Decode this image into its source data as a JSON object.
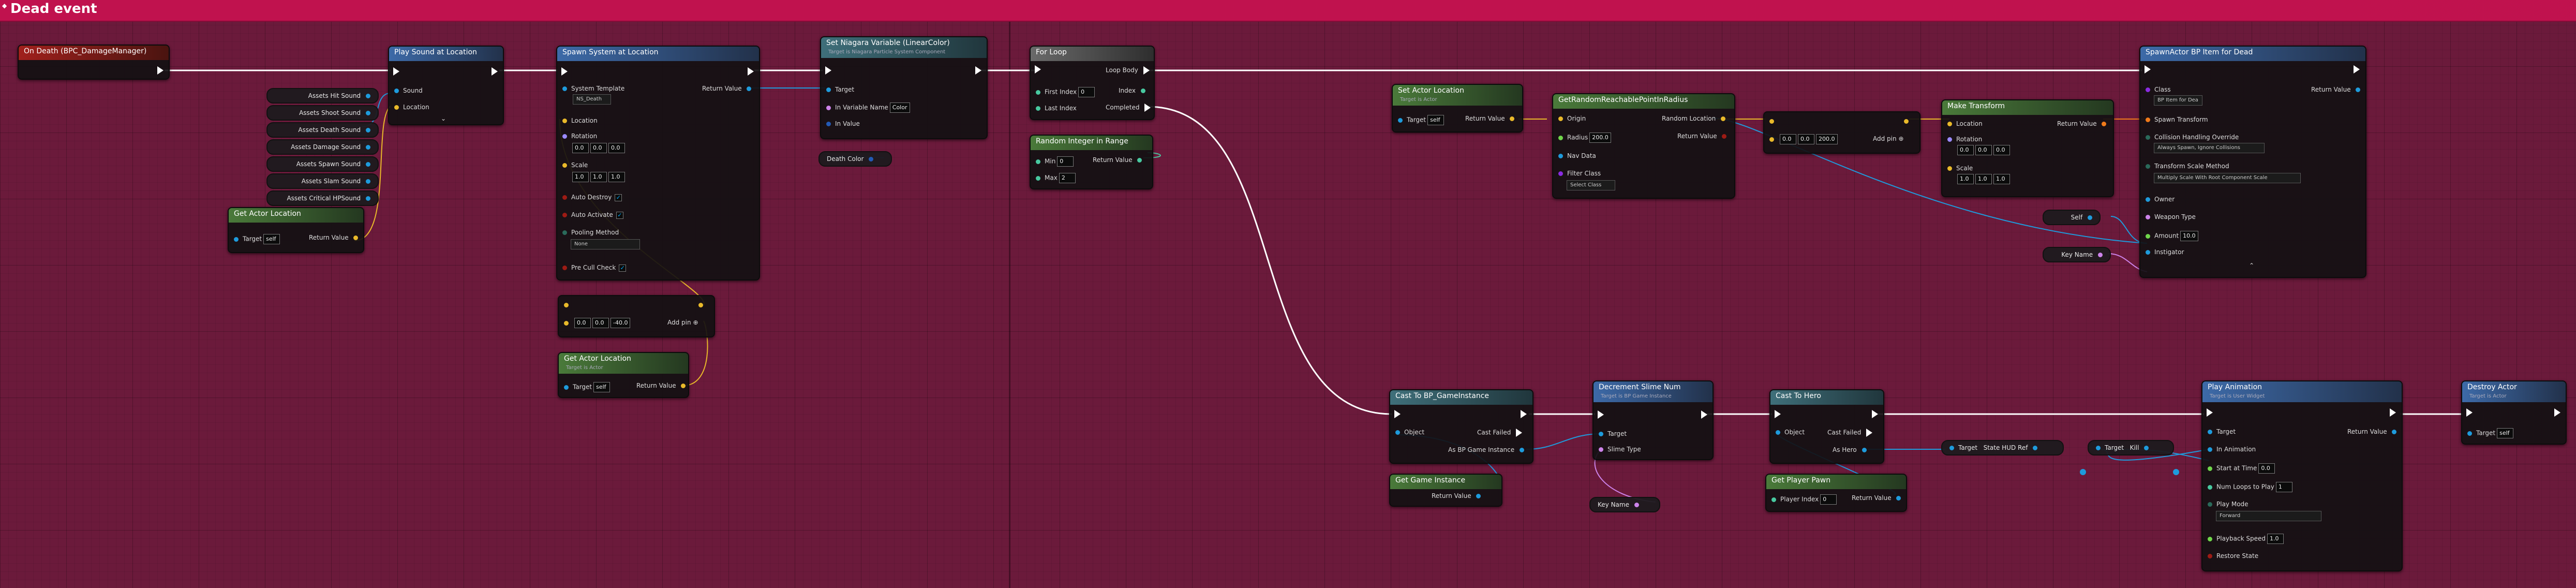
{
  "comment_title": "Dead event",
  "comment_icon": "comment-icon",
  "colors": {
    "object": "#1e9bdc",
    "vector": "#e9b92a",
    "transform": "#f07a1a",
    "bool": "#9d1b14",
    "float": "#70d64b",
    "int": "#48c9a0",
    "name": "#cd83ea",
    "struct": "#235ab5",
    "exec": "#ffffff"
  },
  "nodes": {
    "on_death": {
      "title": "On Death (BPC_DamageManager)"
    },
    "play_sound": {
      "title": "Play Sound at Location",
      "pin_sound": "Sound",
      "pin_location": "Location"
    },
    "assets": [
      "Assets Hit Sound",
      "Assets Shoot Sound",
      "Assets Death Sound",
      "Assets Damage Sound",
      "Assets Spawn Sound",
      "Assets Slam Sound",
      "Assets Critical HPSound"
    ],
    "get_actor_loc_1": {
      "title": "Get Actor Location",
      "target": "Target",
      "self": "self",
      "ret": "Return Value"
    },
    "spawn_system": {
      "title": "Spawn System at Location",
      "template": "System Template",
      "template_val": "NS_Death",
      "ret": "Return Value",
      "location": "Location",
      "rotation": "Rotation",
      "rot": [
        "0.0",
        "0.0",
        "0.0"
      ],
      "scale": "Scale",
      "scl": [
        "1.0",
        "1.0",
        "1.0"
      ],
      "auto_destroy": "Auto Destroy",
      "auto_activate": "Auto Activate",
      "pooling": "Pooling Method",
      "pooling_val": "None",
      "precull": "Pre Cull Check"
    },
    "make_vec_1": {
      "vals": [
        "0.0",
        "0.0",
        "-40.0"
      ],
      "add": "Add pin"
    },
    "get_actor_loc_2": {
      "title": "Get Actor Location",
      "sub": "Target is Actor",
      "target": "Target",
      "self": "self",
      "ret": "Return Value"
    },
    "set_niagara": {
      "title": "Set Niagara Variable (LinearColor)",
      "sub": "Target is Niagara Particle System Component",
      "target": "Target",
      "var_name": "In Variable Name",
      "var_val": "Color",
      "in_value": "In Value"
    },
    "death_color": {
      "label": "Death Color"
    },
    "for_loop": {
      "title": "For Loop",
      "first": "First Index",
      "first_val": "0",
      "last": "Last Index",
      "loop_body": "Loop Body",
      "index": "Index",
      "completed": "Completed"
    },
    "random_int": {
      "title": "Random Integer in Range",
      "min": "Min",
      "min_val": "0",
      "max": "Max",
      "max_val": "2",
      "ret": "Return Value"
    },
    "set_actor_loc": {
      "title": "Set Actor Location",
      "sub": "Target is Actor",
      "target": "Target",
      "self": "self",
      "ret": "Return Value"
    },
    "get_random_point": {
      "title": "GetRandomReachablePointInRadius",
      "origin": "Origin",
      "radius": "Radius",
      "radius_val": "200.0",
      "nav": "Nav Data",
      "filter": "Filter Class",
      "filter_val": "Select Class",
      "random_loc": "Random Location",
      "ret": "Return Value"
    },
    "make_vec_2": {
      "vals": [
        "0.0",
        "0.0",
        "200.0"
      ],
      "add": "Add pin"
    },
    "make_transform": {
      "title": "Make Transform",
      "location": "Location",
      "rotation": "Rotation",
      "rot": [
        "0.0",
        "0.0",
        "0.0"
      ],
      "scale": "Scale",
      "scl": [
        "1.0",
        "1.0",
        "1.0"
      ],
      "ret": "Return Value"
    },
    "spawn_actor": {
      "title": "SpawnActor BP Item for Dead",
      "class": "Class",
      "class_val": "BP Item for Dea",
      "ret": "Return Value",
      "spawn_transform": "Spawn Transform",
      "collision": "Collision Handling Override",
      "collision_val": "Always Spawn, Ignore Collisions",
      "transform_scale": "Transform Scale Method",
      "transform_scale_val": "Multiply Scale With Root Component Scale",
      "owner": "Owner",
      "weapon": "Weapon Type",
      "amount": "Amount",
      "amount_val": "10.0",
      "instigator": "Instigator"
    },
    "self_pill": {
      "label": "Self"
    },
    "key_name_1": {
      "label": "Key Name"
    },
    "cast_gi": {
      "title": "Cast To BP_GameInstance",
      "object": "Object",
      "failed": "Cast Failed",
      "as": "As BP Game Instance"
    },
    "get_game_instance": {
      "title": "Get Game Instance",
      "ret": "Return Value"
    },
    "decrement": {
      "title": "Decrement Slime Num",
      "sub": "Target is BP Game Instance",
      "target": "Target",
      "slime": "Slime Type"
    },
    "key_name_2": {
      "label": "Key Name"
    },
    "cast_hero": {
      "title": "Cast To Hero",
      "object": "Object",
      "failed": "Cast Failed",
      "as": "As Hero"
    },
    "get_player_pawn": {
      "title": "Get Player Pawn",
      "index": "Player Index",
      "index_val": "0",
      "ret": "Return Value"
    },
    "state_hud": {
      "target": "Target",
      "label": "State HUD Ref"
    },
    "kill": {
      "target": "Target",
      "label": "Kill"
    },
    "play_anim": {
      "title": "Play Animation",
      "sub": "Target is User Widget",
      "target": "Target",
      "in_anim": "In Animation",
      "start": "Start at Time",
      "start_val": "0.0",
      "loops": "Num Loops to Play",
      "loops_val": "1",
      "mode": "Play Mode",
      "mode_val": "Forward",
      "speed": "Playback Speed",
      "speed_val": "1.0",
      "restore": "Restore State",
      "ret": "Return Value"
    },
    "destroy_actor": {
      "title": "Destroy Actor",
      "sub": "Target is Actor",
      "target": "Target",
      "self": "self"
    }
  }
}
